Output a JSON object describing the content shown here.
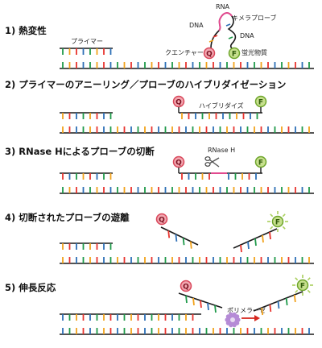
{
  "steps": [
    {
      "title": "1) 熱変性"
    },
    {
      "title": "2) プライマーのアニーリング／プローブのハイブリダイゼーション"
    },
    {
      "title": "3) RNase Hによるプローブの切断"
    },
    {
      "title": "4) 切断されたプローブの遊離"
    },
    {
      "title": "5) 伸長反応"
    }
  ],
  "labels": {
    "primer": "プライマー",
    "rna": "RNA",
    "chimera_probe": "キメラプローブ",
    "dna_left": "DNA",
    "dna_right": "DNA",
    "quencher": "クエンチャー",
    "fluor": "蛍光物質",
    "hybridize": "ハイブリダイズ",
    "rnase_h": "RNase H",
    "polymerase": "ポリメラーゼ",
    "q_mark": "Q",
    "f_mark": "F"
  },
  "colors": {
    "base_palette": [
      "#e8342e",
      "#f2a21b",
      "#1f9a4a",
      "#2d6fb6"
    ],
    "quencher_fill": "#f2a7b0",
    "quencher_stroke": "#d9465a",
    "fluor_fill": "#c7e08e",
    "fluor_stroke": "#6ea52b",
    "rna_pink": "#e24a8f",
    "polymerase": "#b58bd6",
    "arrow_red": "#d6281f"
  },
  "icons": [
    "scissors-icon",
    "polymerase-icon",
    "glow-icon"
  ]
}
